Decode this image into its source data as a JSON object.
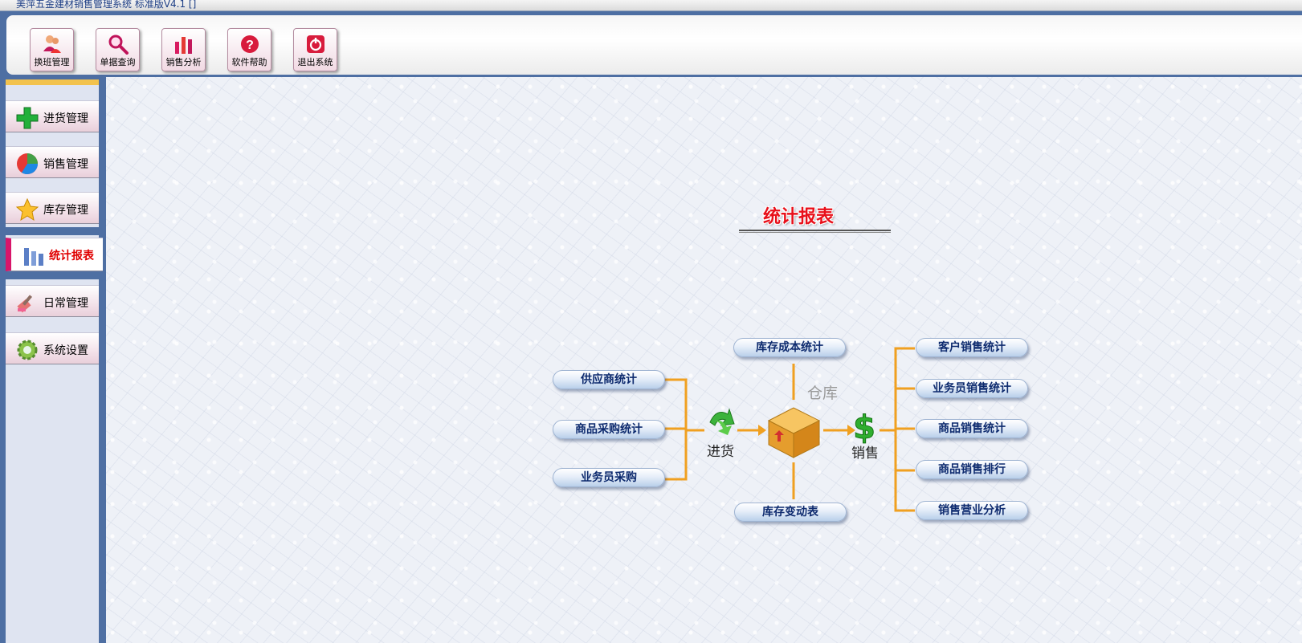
{
  "window": {
    "title": "美萍五金建材销售管理系统 标准版V4.1 []"
  },
  "toolbar": {
    "buttons": [
      {
        "label": "换班管理",
        "icon": "shift-users-icon"
      },
      {
        "label": "单据查询",
        "icon": "magnifier-icon"
      },
      {
        "label": "销售分析",
        "icon": "bar-chart-icon"
      },
      {
        "label": "软件帮助",
        "icon": "help-question-icon"
      },
      {
        "label": "退出系统",
        "icon": "power-exit-icon"
      }
    ]
  },
  "sidebar": {
    "items": [
      {
        "label": "进货管理",
        "icon": "green-plus-icon"
      },
      {
        "label": "销售管理",
        "icon": "pie-chart-icon"
      },
      {
        "label": "库存管理",
        "icon": "star-icon"
      },
      {
        "label": "统计报表",
        "icon": "report-bars-icon",
        "active": true
      },
      {
        "label": "日常管理",
        "icon": "brush-icon"
      },
      {
        "label": "系统设置",
        "icon": "gear-icon"
      }
    ]
  },
  "main": {
    "title": "统计报表",
    "purchase_reports": [
      "供应商统计",
      "商品采购统计",
      "业务员采购"
    ],
    "warehouse_reports": [
      "库存成本统计",
      "库存变动表"
    ],
    "sales_reports": [
      "客户销售统计",
      "业务员销售统计",
      "商品销售统计",
      "商品销售排行",
      "销售营业分析"
    ],
    "flow_labels": {
      "purchase": "进货",
      "warehouse": "仓库",
      "sales": "销售"
    }
  },
  "colors": {
    "frame_blue": "#4e6fa3",
    "title_red": "#e8101a",
    "connector_orange": "#f0a020",
    "active_marker": "#d8156a"
  }
}
